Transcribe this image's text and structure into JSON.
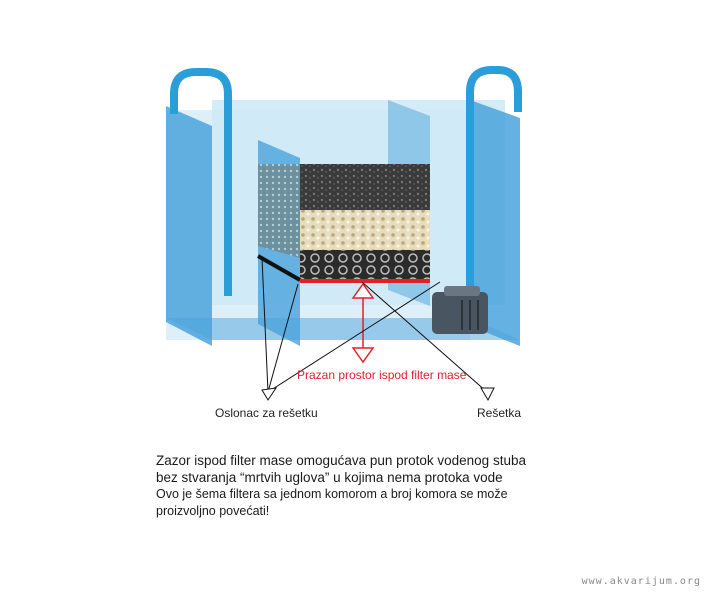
{
  "labels": {
    "empty_space": "Prazan prostor ispod filter mase",
    "grid_support": "Oslonac za rešetku",
    "grid": "Rešetka"
  },
  "caption": {
    "line1": "Zazor ispod filter mase omogućava pun protok vodenog stuba",
    "line2": "bez stvaranja “mrtvih uglova” u kojima nema protoka vode",
    "line3": "Ovo je šema filtera sa jednom komorom a broj komora se može",
    "line4": "proizvoljno povećati!"
  },
  "watermark": "www.akvarijum.org",
  "colors": {
    "water": "#d6eef8",
    "glass": "#4aa3dc",
    "pipe": "#2b9ed9",
    "highlight": "#e0202a"
  }
}
